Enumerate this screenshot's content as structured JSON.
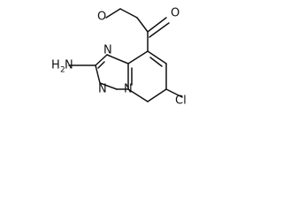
{
  "structure": {
    "labels": {
      "ester_oxygen": "O",
      "carbonyl_oxygen": "O",
      "amine_main": "H",
      "amine_sub": "2",
      "amine_tail": "N",
      "ring_n_top": "N",
      "ring_n_mid": "N",
      "ring_n_bottom": "N",
      "chlorine": "Cl"
    }
  }
}
